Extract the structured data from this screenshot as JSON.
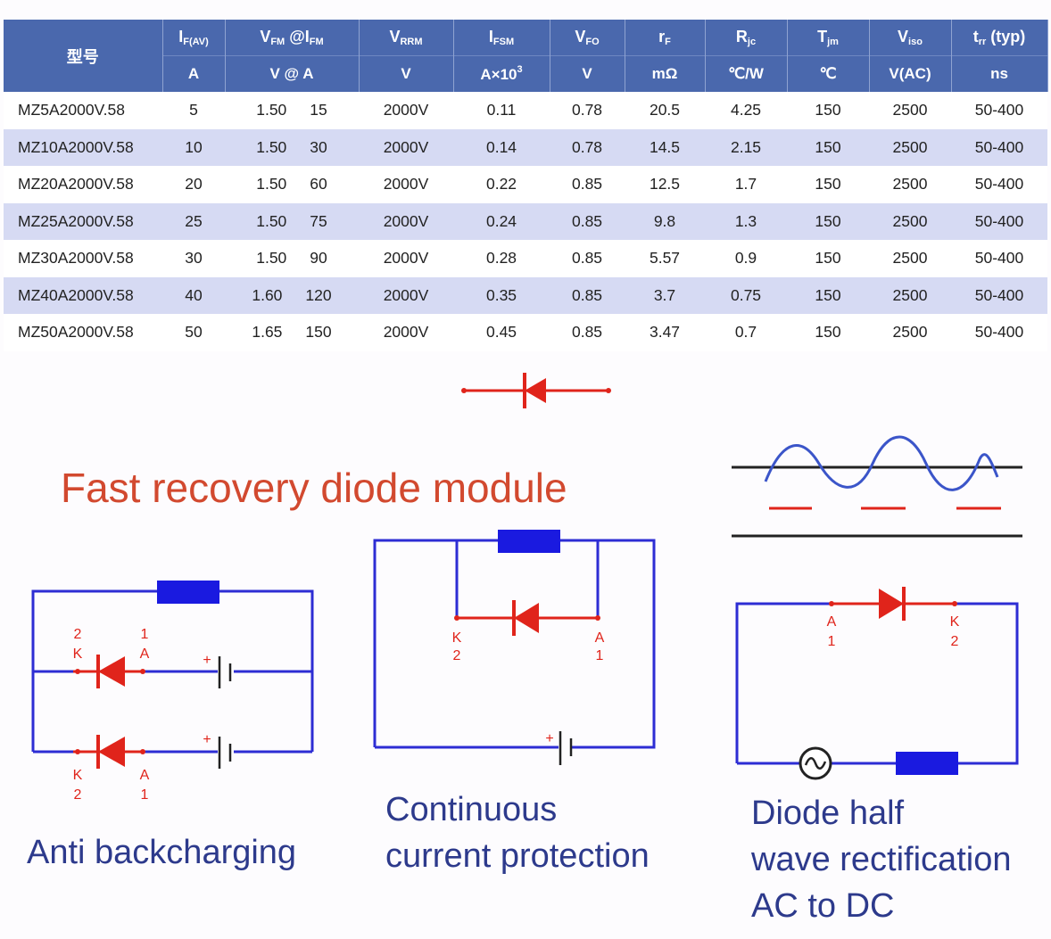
{
  "table": {
    "header_model": "型号",
    "columns": [
      {
        "sym": "I",
        "sub": "F(AV)",
        "unit": "A"
      },
      {
        "sym": "V",
        "sub": "FM",
        "mid": " @I",
        "sub2": "FM",
        "unit": "V @ A"
      },
      {
        "sym": "V",
        "sub": "RRM",
        "unit": "V"
      },
      {
        "sym": "I",
        "sub": "FSM",
        "unit": "A×10",
        "unit_sup": "3"
      },
      {
        "sym": "V",
        "sub": "FO",
        "unit": "V"
      },
      {
        "sym": "r",
        "sub": "F",
        "unit": "mΩ"
      },
      {
        "sym": "R",
        "sub": "jc",
        "unit": "℃/W"
      },
      {
        "sym": "T",
        "sub": "jm",
        "unit": "℃"
      },
      {
        "sym": "V",
        "sub": "iso",
        "unit": "V(AC)"
      },
      {
        "sym": "t",
        "sub": "rr",
        "suffix": " (typ)",
        "unit": "ns"
      }
    ],
    "rows": [
      {
        "model": "MZ5A2000V.58",
        "ifav": "5",
        "vfm": "1.50",
        "ifm": "15",
        "vrrm": "2000V",
        "ifsm": "0.11",
        "vfo": "0.78",
        "rf": "20.5",
        "rjc": "4.25",
        "tjm": "150",
        "viso": "2500",
        "trr": "50-400"
      },
      {
        "model": "MZ10A2000V.58",
        "ifav": "10",
        "vfm": "1.50",
        "ifm": "30",
        "vrrm": "2000V",
        "ifsm": "0.14",
        "vfo": "0.78",
        "rf": "14.5",
        "rjc": "2.15",
        "tjm": "150",
        "viso": "2500",
        "trr": "50-400"
      },
      {
        "model": "MZ20A2000V.58",
        "ifav": "20",
        "vfm": "1.50",
        "ifm": "60",
        "vrrm": "2000V",
        "ifsm": "0.22",
        "vfo": "0.85",
        "rf": "12.5",
        "rjc": "1.7",
        "tjm": "150",
        "viso": "2500",
        "trr": "50-400"
      },
      {
        "model": "MZ25A2000V.58",
        "ifav": "25",
        "vfm": "1.50",
        "ifm": "75",
        "vrrm": "2000V",
        "ifsm": "0.24",
        "vfo": "0.85",
        "rf": "9.8",
        "rjc": "1.3",
        "tjm": "150",
        "viso": "2500",
        "trr": "50-400"
      },
      {
        "model": "MZ30A2000V.58",
        "ifav": "30",
        "vfm": "1.50",
        "ifm": "90",
        "vrrm": "2000V",
        "ifsm": "0.28",
        "vfo": "0.85",
        "rf": "5.57",
        "rjc": "0.9",
        "tjm": "150",
        "viso": "2500",
        "trr": "50-400"
      },
      {
        "model": "MZ40A2000V.58",
        "ifav": "40",
        "vfm": "1.60",
        "ifm": "120",
        "vrrm": "2000V",
        "ifsm": "0.35",
        "vfo": "0.85",
        "rf": "3.7",
        "rjc": "0.75",
        "tjm": "150",
        "viso": "2500",
        "trr": "50-400"
      },
      {
        "model": "MZ50A2000V.58",
        "ifav": "50",
        "vfm": "1.65",
        "ifm": "150",
        "vrrm": "2000V",
        "ifsm": "0.45",
        "vfo": "0.85",
        "rf": "3.47",
        "rjc": "0.7",
        "tjm": "150",
        "viso": "2500",
        "trr": "50-400"
      }
    ]
  },
  "title": "Fast recovery diode module",
  "captions": {
    "anti": [
      "Anti backcharging"
    ],
    "continuous": [
      "Continuous",
      "current protection"
    ],
    "rectification": [
      "Diode half",
      "wave rectification",
      "AC to DC"
    ]
  },
  "pin_labels": {
    "k": "K",
    "a": "A",
    "one": "1",
    "two": "2",
    "plus": "+"
  },
  "colors": {
    "header_bg": "#4a68ad",
    "row_alt": "#d6daf3",
    "circuit_wire": "#2d2dd4",
    "diode_red": "#e0241b",
    "resistor_blue": "#1a1ae0",
    "title_orange": "#d2492f",
    "caption_navy": "#2d3a8c"
  }
}
